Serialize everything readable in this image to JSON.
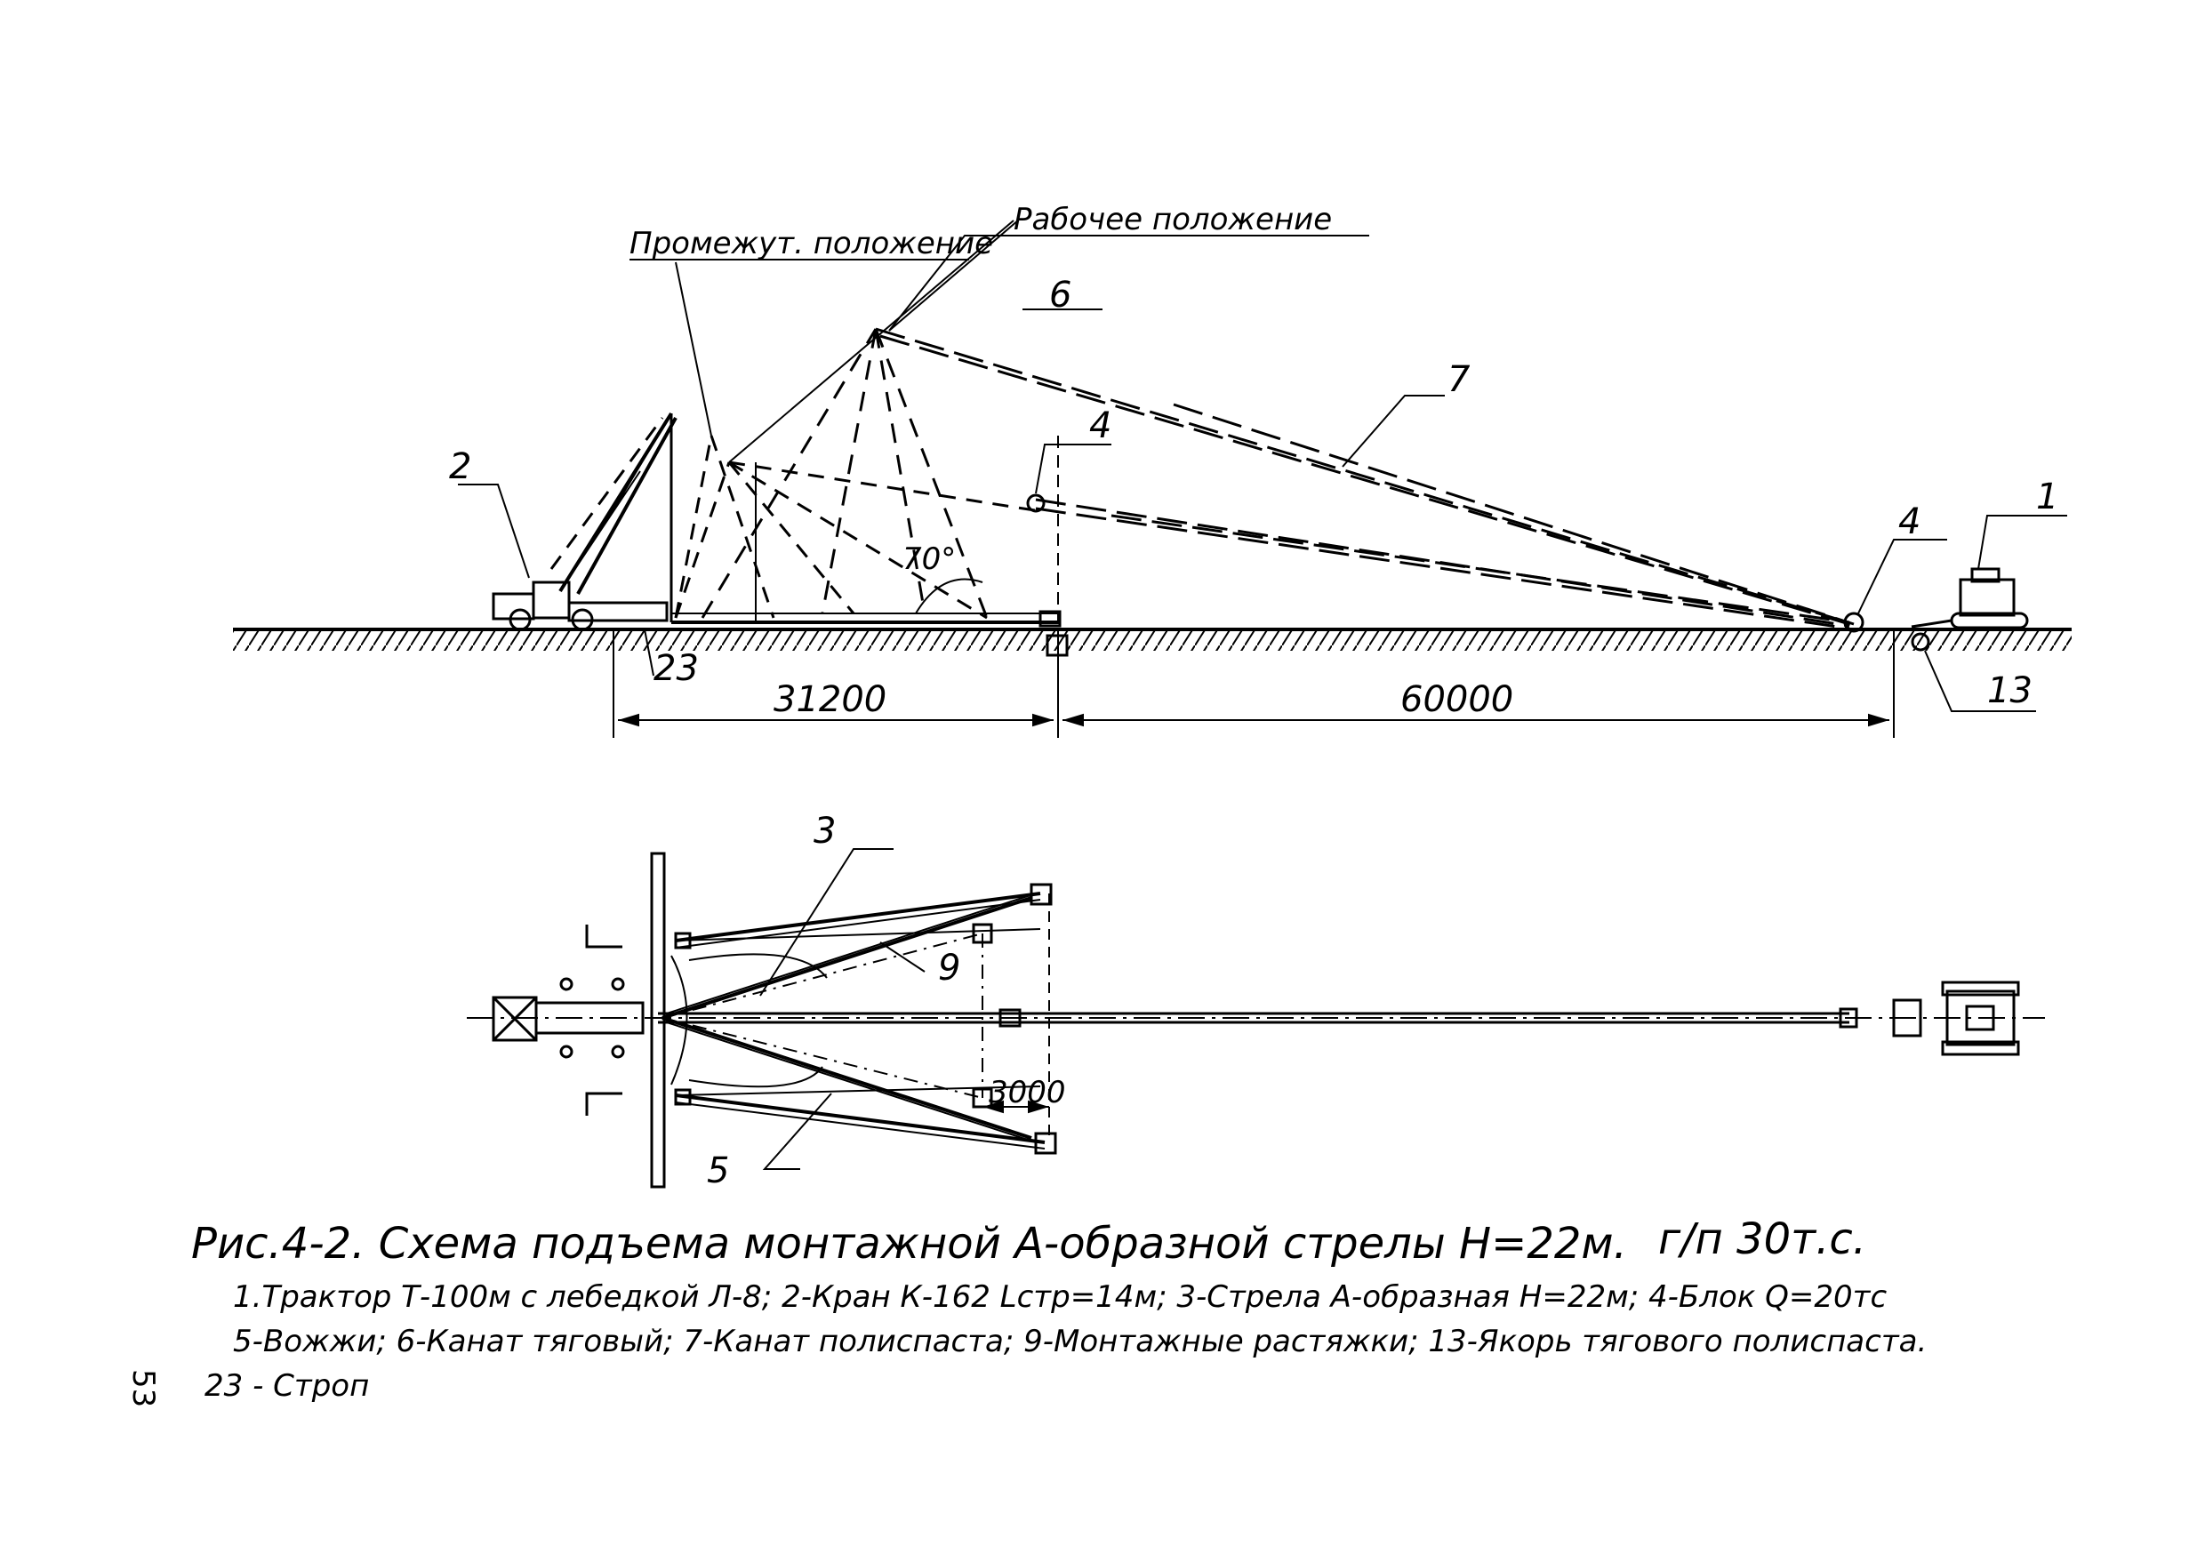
{
  "labels": {
    "intermediate_position": "Промежут. положение",
    "working_position": "Рабочее положение",
    "angle": "70°"
  },
  "callouts": {
    "c1": "1",
    "c2": "2",
    "c3": "3",
    "c4a": "4",
    "c4b": "4",
    "c5": "5",
    "c6": "6",
    "c7": "7",
    "c9": "9",
    "c13": "13",
    "c23": "23"
  },
  "dimensions": {
    "d1": "31200",
    "d2": "60000",
    "d3": "3000"
  },
  "caption": {
    "title": "Рис.4-2. Схема подъема монтажной А-образной стрелы Н=22м.",
    "capacity": "г/п 30т.с.",
    "legend": [
      "1.Трактор Т-100м с лебедкой Л-8; 2-Кран К-162 Lстр=14м; 3-Стрела А-образная Н=22м; 4-Блок Q=20тс",
      "5-Вожжи; 6-Канат тяговый; 7-Канат полиспаста; 9-Монтажные растяжки; 13-Якорь тягового полиспаста.",
      "23 - Строп"
    ]
  },
  "page_number": "53"
}
